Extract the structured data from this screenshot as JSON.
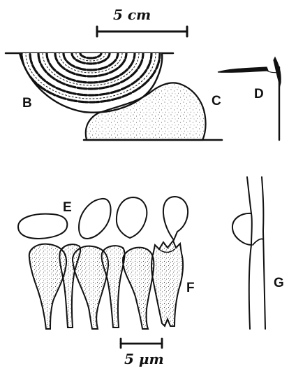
{
  "scale_bars": {
    "macro": "5 cm",
    "micro": "5 μm"
  },
  "labels": {
    "B": "B",
    "C": "C",
    "D": "D",
    "E": "E",
    "F": "F",
    "G": "G"
  }
}
